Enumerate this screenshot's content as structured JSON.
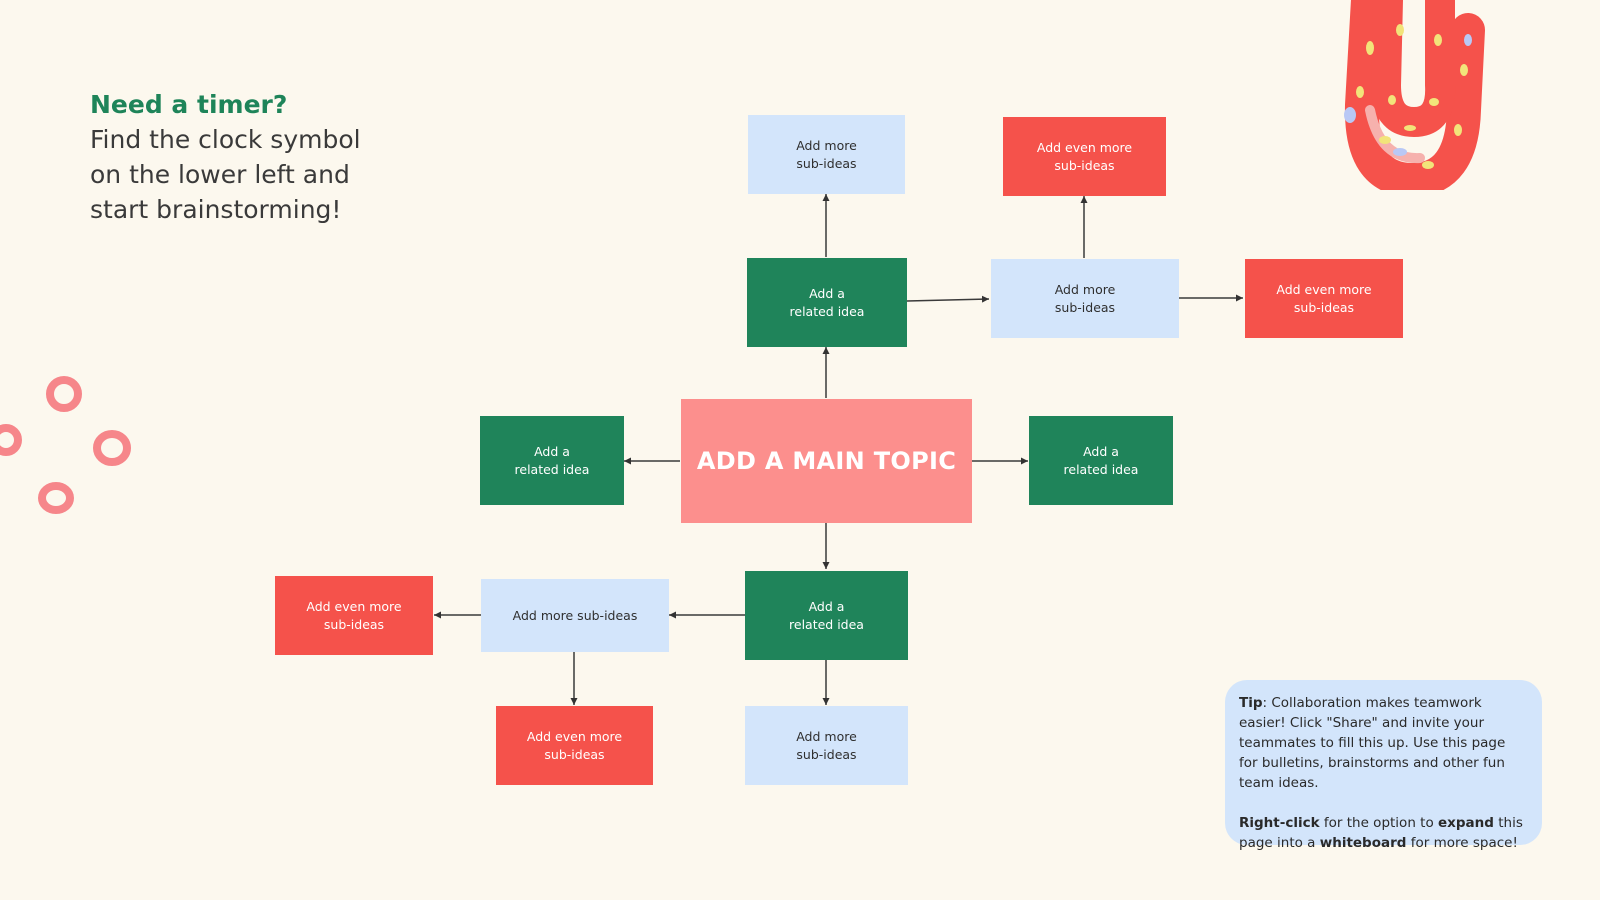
{
  "heading": {
    "accent": "Need a timer?",
    "lines": [
      "Find the clock symbol",
      "on the lower left and",
      "start brainstorming!"
    ]
  },
  "main_topic": "ADD A MAIN TOPIC",
  "nodes": {
    "related_top": "Add a\nrelated idea",
    "related_left": "Add a\nrelated idea",
    "related_right": "Add a\nrelated idea",
    "related_bottom": "Add a\nrelated idea",
    "sub_top": "Add more\nsub-ideas",
    "sub_top_right": "Add more\nsub-ideas",
    "sub_bottom_left": "Add more sub-ideas",
    "sub_bottom": "Add more\nsub-ideas",
    "even_top_right": "Add even more\nsub-ideas",
    "even_far_right": "Add even more\nsub-ideas",
    "even_far_left": "Add even more\nsub-ideas",
    "even_bottom": "Add even more\nsub-ideas"
  },
  "tip": {
    "p1_bold": "Tip",
    "p1_text": ": Collaboration makes teamwork easier! Click \"Share\" and invite your teammates to fill this up. Use this page for bulletins, brainstorms and other fun team ideas.",
    "p2_bold1": "Right-click",
    "p2_text1": " for the option to ",
    "p2_bold2": "expand",
    "p2_text2": " this page into a ",
    "p2_bold3": "whiteboard",
    "p2_text3": " for more space!"
  },
  "colors": {
    "background": "#fcf8ee",
    "green": "#1f845a",
    "blue": "#d3e5fb",
    "red": "#f5524b",
    "main": "#fc8f8d",
    "heading_accent": "#1e8459"
  }
}
